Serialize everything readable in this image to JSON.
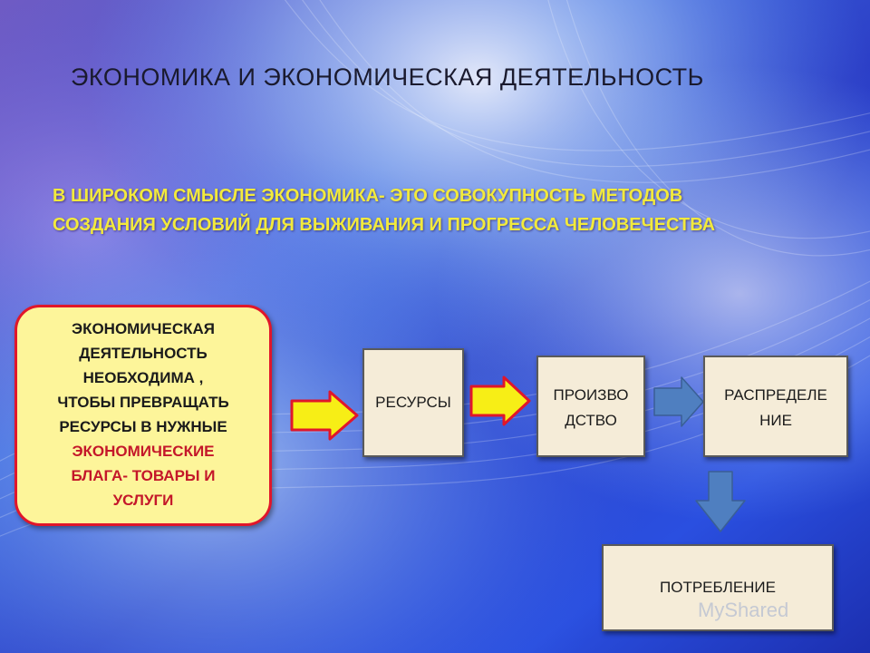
{
  "title": "ЭКОНОМИКА И ЭКОНОМИЧЕСКАЯ  ДЕЯТЕЛЬНОСТЬ",
  "subtitle": {
    "line1": "В ШИРОКОМ  СМЫСЛЕ  ЭКОНОМИКА- ЭТО СОВОКУПНОСТЬ МЕТОДОВ",
    "line2": "СОЗДАНИЯ УСЛОВИЙ  ДЛЯ ВЫЖИВАНИЯ И ПРОГРЕССА  ЧЕЛОВЕЧЕСТВА"
  },
  "left_box": {
    "lines": [
      "ЭКОНОМИЧЕСКАЯ",
      "ДЕЯТЕЛЬНОСТЬ",
      "НЕОБХОДИМА  ,",
      "ЧТОБЫ ПРЕВРАЩАТЬ",
      "РЕСУРСЫ В  НУЖНЫЕ"
    ],
    "red_lines": [
      "ЭКОНОМИЧЕСКИЕ",
      "БЛАГА- ТОВАРЫ  И",
      "УСЛУГИ"
    ]
  },
  "boxes": {
    "resources": "РЕСУРСЫ",
    "production_line1": "ПРОИЗВО",
    "production_line2": "ДСТВО",
    "distribution_line1": "РАСПРЕДЕЛЕ",
    "distribution_line2": "НИЕ",
    "consumption": "ПОТРЕБЛЕНИЕ"
  },
  "watermark": "MyShared",
  "colors": {
    "subtitle": "#f2ea3c",
    "left_box_fill": "#fdf59a",
    "left_box_border": "#e1162a",
    "arrow_yellow": "#f7ee16",
    "arrow_red": "#e1162a",
    "arrow_blue": "#4f7fc0"
  }
}
